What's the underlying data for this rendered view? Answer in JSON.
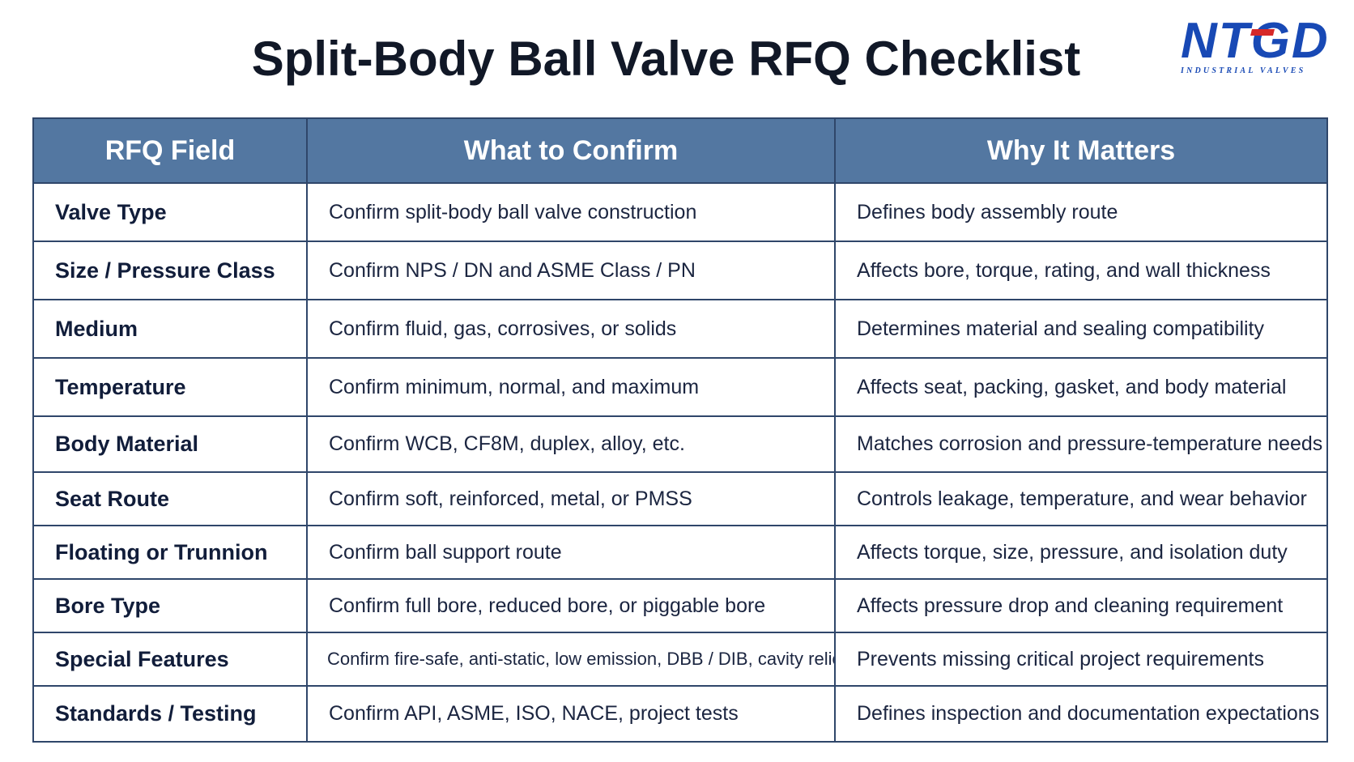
{
  "title": "Split-Body Ball Valve RFQ Checklist",
  "logo": {
    "mark": "NTGD",
    "subtitle": "INDUSTRIAL VALVES",
    "color": "#1849b5",
    "accent_color": "#d62828"
  },
  "table": {
    "header_color": "#5377a1",
    "columns": [
      "RFQ Field",
      "What to Confirm",
      "Why It Matters"
    ],
    "rows": [
      {
        "field": "Valve Type",
        "confirm": "Confirm split-body ball valve construction",
        "why": "Defines body assembly route"
      },
      {
        "field": "Size / Pressure Class",
        "confirm": "Confirm NPS / DN and ASME Class / PN",
        "why": "Affects bore, torque, rating, and wall thickness"
      },
      {
        "field": "Medium",
        "confirm": "Confirm fluid, gas, corrosives, or solids",
        "why": "Determines material and sealing compatibility"
      },
      {
        "field": "Temperature",
        "confirm": "Confirm minimum, normal, and maximum",
        "why": "Affects seat, packing, gasket, and body material"
      },
      {
        "field": "Body Material",
        "confirm": "Confirm WCB, CF8M, duplex, alloy, etc.",
        "why": "Matches corrosion and pressure-temperature needs"
      },
      {
        "field": "Seat Route",
        "confirm": "Confirm soft, reinforced, metal, or PMSS",
        "why": "Controls leakage, temperature, and wear behavior"
      },
      {
        "field": "Floating or Trunnion",
        "confirm": "Confirm ball support route",
        "why": "Affects torque, size, pressure, and isolation duty"
      },
      {
        "field": "Bore Type",
        "confirm": "Confirm full bore, reduced bore, or piggable bore",
        "why": "Affects pressure drop and cleaning requirement"
      },
      {
        "field": "Special Features",
        "confirm": "Confirm fire-safe, anti-static, low emission, DBB / DIB, cavity relief",
        "why": "Prevents missing critical project requirements"
      },
      {
        "field": "Standards / Testing",
        "confirm": "Confirm API, ASME, ISO, NACE, project tests",
        "why": "Defines inspection and documentation expectations"
      }
    ]
  }
}
